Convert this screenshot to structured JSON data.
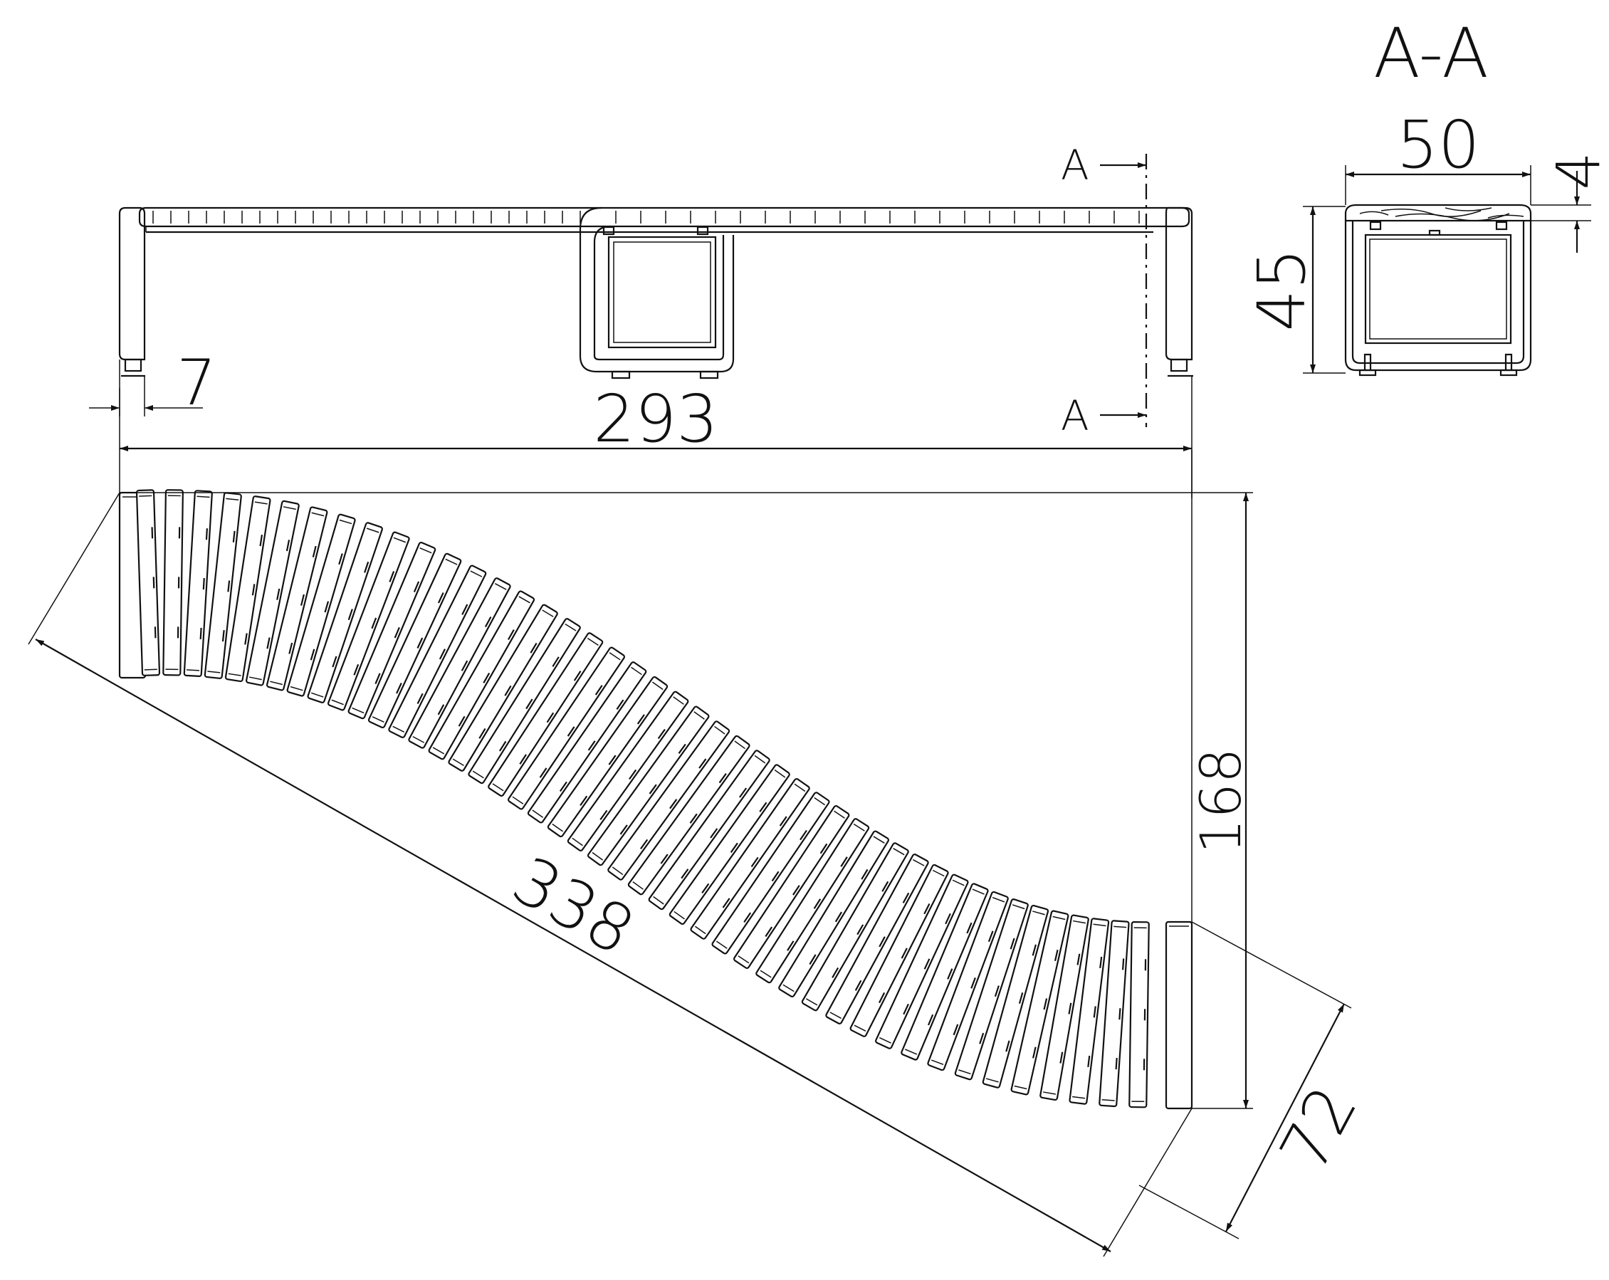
{
  "section": {
    "title": "A-A",
    "cut_mark_upper": "A",
    "cut_mark_lower": "A"
  },
  "dimensions": {
    "overall_length": "293",
    "leg_offset": "7",
    "section_width": "50",
    "section_height": "45",
    "seat_thickness": "4",
    "plan_depth": "168",
    "plan_diagonal": "338",
    "seat_width": "72"
  }
}
